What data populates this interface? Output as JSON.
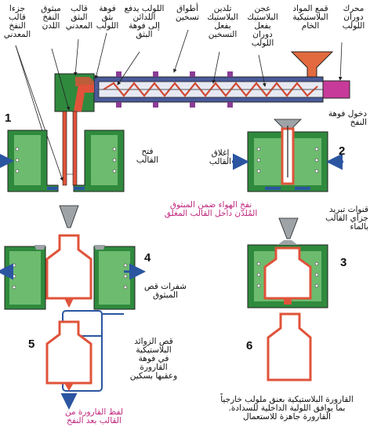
{
  "labels": {
    "mold_parts": "جزءا\nقالب\nالنفخ\nالمعدني",
    "die_nozzle": "مبثوق\nالنفخ\nاللدن",
    "die_mold": "قالب\nالبثق\nالمعدني",
    "die_opening": "فوهة\nبثق\nاللولب",
    "screw_push": "اللولب يدفع\nاللدائن\nإلى فوهة\nالبثق",
    "heater_bands": "أطواق\nتسخين",
    "softening": "تلدين\nالبلاستيك\nبفعل\nالتسخين",
    "kneading": "عجن\nالبلاستيك\nبفعل\nدوران\nاللولب",
    "hopper": "قمع المواد\nالبلاستيكية\nالخام",
    "motor": "محرك\nدوران\nاللولب",
    "nozzle_entry": "دخول فوهة\nالنفخ",
    "mold_open": "فتح\nالقالب",
    "mold_close": "إغلاق\nالقالب",
    "air_blow": "نفخ الهواء ضمن المبثوق\nالمُلدّن داخل القالب المغلق",
    "cooling": "قنوات تبريد\nجزأي القالب\nبالماء",
    "nozzle_cutters": "شفرات قص\nالمبثوق",
    "trim": "قص الزوائد\nالبلاستيكية\nفي فوهة\nالقارورة\nوعقبها بسكين",
    "eject": "لفظ القارورة من\nالقالب بعد النفخ",
    "final": "القارورة البلاستيكية بعنق ملولب خارجياً\nبما يوافق اللولبة الداخلية للسدادة.\nالقارورة جاهزة للاستعمال"
  },
  "steps": [
    "1",
    "2",
    "3",
    "4",
    "5",
    "6"
  ],
  "colors": {
    "mold_green": "#2f8a3d",
    "mold_light": "#6dbb6f",
    "plastic_red": "#e0533a",
    "plastic_fill": "#f4a79a",
    "arrow_blue": "#2b55a0",
    "heater_purple": "#8b3d96",
    "motor_magenta": "#c73a9a",
    "hopper_orange": "#e36a3f",
    "text_pink": "#c0267e",
    "steel_gray": "#9ea3a8"
  }
}
